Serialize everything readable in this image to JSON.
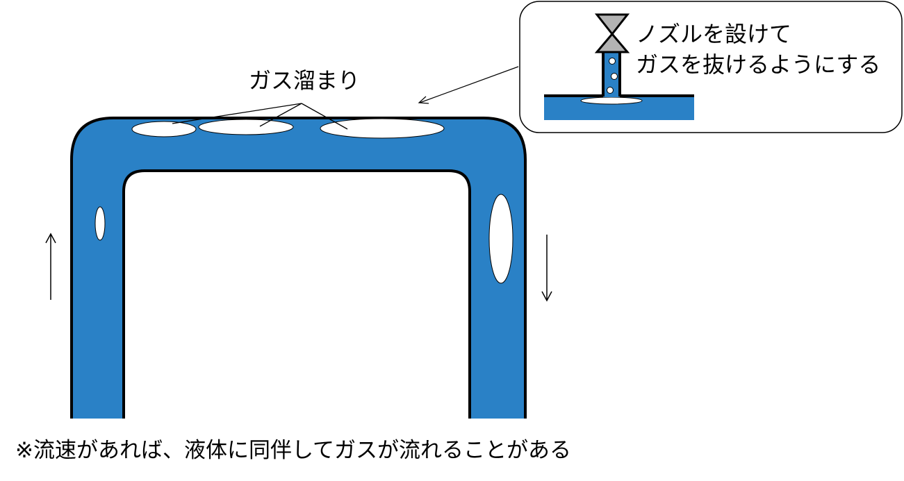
{
  "labels": {
    "gas_pool": "ガス溜まり",
    "callout_line1": "ノズルを設けて",
    "callout_line2": "ガスを抜けるようにする",
    "footnote": "※流速があれば、液体に同伴してガスが流れることがある"
  },
  "colors": {
    "liquid": "#2a81c6",
    "outline": "#000000",
    "gas_bubble": "#ffffff",
    "valve": "#b3b3b3",
    "background": "#ffffff"
  },
  "icons": {
    "flow_up": "arrow-up-icon",
    "flow_down": "arrow-down-icon",
    "valve": "valve-icon"
  }
}
